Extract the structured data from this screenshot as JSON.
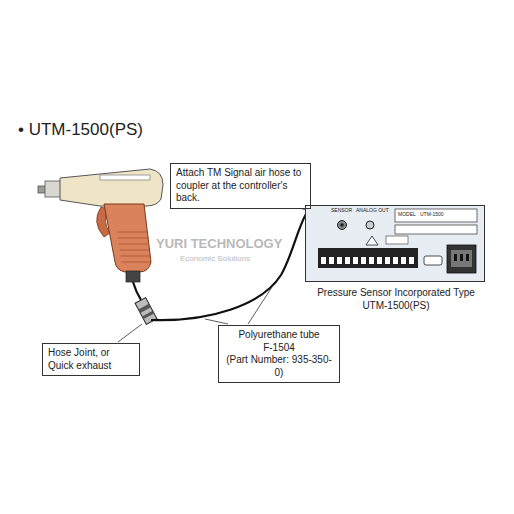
{
  "diagram": {
    "title": "• UTM-1500(PS)",
    "nodes": [
      {
        "text": [
          "Attach TM Signal air hose to coupler at the controller's back."
        ]
      },
      {
        "text": [
          "Pressure Sensor Incorporated Type UTM-1500(PS)"
        ]
      },
      {
        "text": [
          "Hose Joint, or Quick exhaust"
        ]
      },
      {
        "text": [
          "Polyurethane tube",
          "F-1504",
          "(Part Number: 935-350-0)"
        ]
      }
    ],
    "edges": [
      {
        "from": 0,
        "to": 1,
        "arrow": "none"
      }
    ],
    "labels": [
      "YURI TECHNOLOGY",
      "Economic Solutions",
      "SENSOR",
      "ANALOG OUT",
      "MODEL",
      "UTM-1500"
    ]
  }
}
